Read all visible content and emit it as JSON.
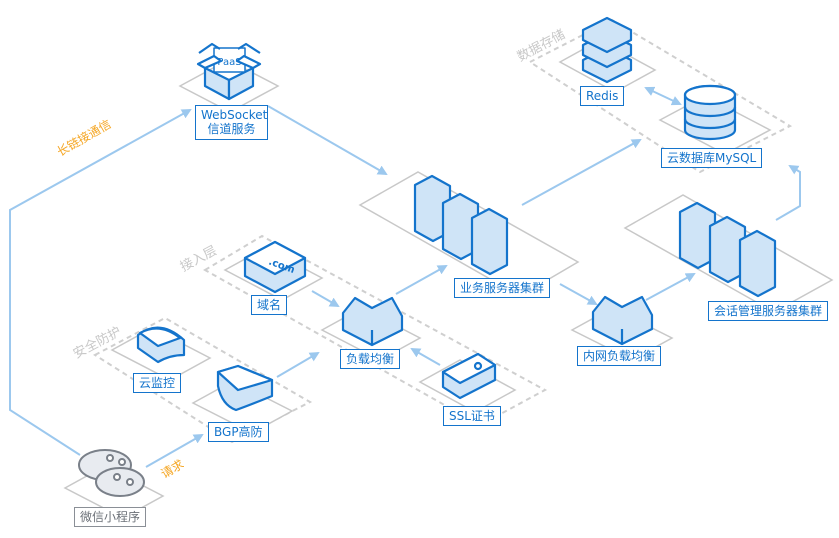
{
  "colors": {
    "primary": "#1474cc",
    "fill": "#cfe4f7",
    "arrow": "#9cc8ee",
    "accent": "#f5a623",
    "platform": "#cccccc"
  },
  "nodes": {
    "websocket": {
      "line1": "WebSocket",
      "line2": "信道服务",
      "icon": "paas-box-icon",
      "icon_text": "PaaS"
    },
    "app_servers": {
      "label": "业务服务器集群",
      "icon": "server-cluster-icon"
    },
    "domain": {
      "label": "域名",
      "icon": "domain-icon",
      "icon_text": ".com"
    },
    "load_balancer": {
      "label": "负载均衡",
      "icon": "load-balancer-icon"
    },
    "ssl": {
      "label": "SSL证书",
      "icon": "certificate-icon"
    },
    "cloud_monitor": {
      "label": "云监控",
      "icon": "monitor-gauge-icon"
    },
    "bgp": {
      "label": "BGP高防",
      "icon": "shield-icon"
    },
    "miniprogram": {
      "label": "微信小程序",
      "icon": "wechat-icon"
    },
    "internal_lb": {
      "label": "内网负载均衡",
      "icon": "load-balancer-icon"
    },
    "session_servers": {
      "label": "会话管理服务器集群",
      "icon": "server-cluster-icon"
    },
    "redis": {
      "label": "Redis",
      "icon": "redis-stack-icon"
    },
    "mysql": {
      "label": "云数据库MySQL",
      "icon": "database-icon"
    }
  },
  "groups": {
    "access": "接入层",
    "security": "安全防护",
    "storage": "数据存储"
  },
  "edge_labels": {
    "long_connection": "长链接通信",
    "request": "请求"
  }
}
